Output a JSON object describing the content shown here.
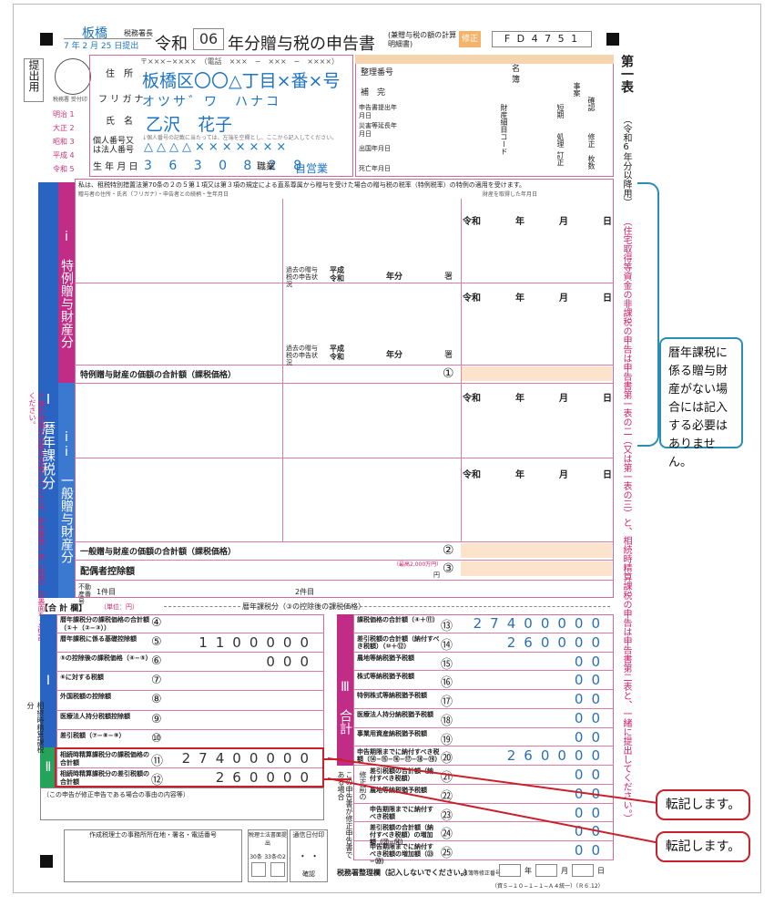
{
  "header": {
    "office": "板橋",
    "office_suffix": "税務署長",
    "date": "7 年 2 月 25 日提出",
    "title_prefix": "令和",
    "title_year": "06",
    "title_main": "年分贈与税の申告書",
    "title_sub": "(兼贈与税の額の計算明細書)",
    "revision": "修正",
    "form_code": "F D 4 7 5 1"
  },
  "left_side": {
    "submit": "提出用",
    "era": [
      "明治 1",
      "大正 2",
      "昭和 3",
      "平成 4",
      "令和 5"
    ],
    "stamp_label": "税務署 受付印"
  },
  "applicant": {
    "address_label": "住　所",
    "postal": "〒×××−××××　（電話　×××　−　×××　−　××××）",
    "address": "板橋区〇〇△丁目×番×号",
    "kana_label": "フ リ ガ ナ",
    "kana": "オツサ゛ワ　ハナコ",
    "name_label": "氏　名",
    "name": "乙沢　花子",
    "id_label": "個人番号又は法人番号",
    "id_note": "↓個人番号の記載に当たっては、左端を空欄とし、ここから記入してください。",
    "id_value": "△△△△×××××××",
    "birth_label": "生 年 月 日",
    "birth": "3 6 3 0 8 2 8",
    "job_label": "職業",
    "job": "自営業"
  },
  "office_use": {
    "ref_no": "整理番号",
    "ref_name": "名簿",
    "complement": "補　完",
    "declared": "申告書提出年月日",
    "sent": "災害等延長年月日",
    "issued": "出国年月日",
    "death": "死亡年月日",
    "asset_code": "財産細目コード",
    "cols": [
      "短期",
      "処理",
      "確認",
      "修正",
      "訂正",
      "事案",
      "枚数"
    ]
  },
  "right_side": {
    "table_title": "第一表",
    "period": "（令和6年分以降用）",
    "note": "（住宅取得等資金の非課税の申告は申告書第一表の二（又は第一表の三）と、相続時精算課税の申告は申告書第二表と、一緒に提出してください。）",
    "bubble": "暦年課税に係る贈与財産がない場合には記入する必要はありません。"
  },
  "section1": {
    "bar": "Ⅰ　暦年課税分",
    "special": "i 特例贈与財産分",
    "general": "ii 一般贈与財産分",
    "intro": "私は、租税特別措置法第70条の２の５第１項又は第３項の規定による直系尊属から贈与を受けた場合の贈与税の税率（特例税率）の特例の適用を受けます。",
    "col_giver": "贈与者の住所・氏名（フリガナ）・申告者との続柄・生年月日",
    "col_asset": "財産を取得した年月日",
    "era_year_month_day": [
      "令和",
      "年",
      "月",
      "日"
    ],
    "past": "過去の贈与税の申告状況",
    "past_era": "平成 令和",
    "past_year": "年分",
    "past_tax": "署",
    "special_total": "特例贈与財産の価額の合計額（課税価格）",
    "general_total": "一般贈与財産の価額の合計額（課税価格）",
    "spouse": "配偶者控除額",
    "spouse_note": "（最高2,000万円）",
    "spouse_yen": "円",
    "property": "不動産番号",
    "first": "1件目",
    "second": "2件目",
    "nums": [
      "①",
      "②",
      "③"
    ]
  },
  "summary": {
    "header": "【合 計 欄】",
    "unit": "（単位：円）",
    "sub": "暦年課税分（③の控除後の課税価格）",
    "left_bar": "Ⅰ",
    "left_bar2": "Ⅱ",
    "left_label": "相続時精算課税分",
    "left_rows": [
      {
        "label": "暦年課税分の課税価格の合計額（①＋（②−③））",
        "num": "④",
        "value": ""
      },
      {
        "label": "暦年課税に係る基礎控除額",
        "num": "⑤",
        "value": "1100000"
      },
      {
        "label": "⑤の控除後の課税価格（④−⑤）",
        "num": "⑥",
        "value": "000"
      },
      {
        "label": "⑥に対する税額",
        "num": "⑦",
        "value": ""
      },
      {
        "label": "外国税額の控除額",
        "num": "⑧",
        "value": ""
      },
      {
        "label": "医療法人持分税額控除額",
        "num": "⑨",
        "value": ""
      },
      {
        "label": "差引税額（⑦−⑧−⑨）",
        "num": "⑩",
        "value": ""
      },
      {
        "label": "相続時精算課税分の課税価格の合計額",
        "num": "⑪",
        "value": "27400000"
      },
      {
        "label": "相続時精算課税分の差引税額の合計額",
        "num": "⑫",
        "value": "260000"
      }
    ],
    "right_bar": "Ⅲ 合計",
    "right_rows": [
      {
        "label": "課税価格の合計額（④＋⑪）",
        "num": "⑬",
        "value": "27400000"
      },
      {
        "label": "差引税額の合計額（納付すべき税額）（⑩＋⑫）",
        "num": "⑭",
        "value": "260000"
      },
      {
        "label": "農地等納税猶予税額",
        "num": "⑮",
        "value": "00"
      },
      {
        "label": "株式等納税猶予税額",
        "num": "⑯",
        "value": "00"
      },
      {
        "label": "特例株式等納税猶予税額",
        "num": "⑰",
        "value": "00"
      },
      {
        "label": "医療法人持分納税猶予税額",
        "num": "⑱",
        "value": "00"
      },
      {
        "label": "事業用資産納税猶予税額",
        "num": "⑲",
        "value": "00"
      },
      {
        "label": "申告期限までに納付すべき税額（⑭−⑮−⑯−⑰−⑱−⑲）",
        "num": "⑳",
        "value": "260000"
      },
      {
        "label": "差引税額の合計額（納付すべき税額）",
        "num": "㉑",
        "value": "00"
      },
      {
        "label": "農地等納税猶予税額",
        "num": "㉒",
        "value": "00"
      },
      {
        "label": "申告期限までに納付すべき税額",
        "num": "㉓",
        "value": "00"
      },
      {
        "label": "差引税額の合計額（納付すべき税額）の増加額（㉑−⑭）",
        "num": "㉔",
        "value": "00"
      },
      {
        "label": "申告期限までに納付すべき税額の増加額（㉓−⑳）",
        "num": "㉕",
        "value": "00"
      }
    ],
    "amend_label": "この申告書が修正申告書である場合",
    "amend_sub": "修正前の",
    "note_box": "（この申告が修正申告である場合の事由の内容等）",
    "preparer": "作成税理士の事務所所在地・署名・電話番号",
    "tax_law": "税理士法書面提出",
    "c30": "30条",
    "c33": "33条の2",
    "communication": "通信日付印",
    "confirm": "確認",
    "office_no": "税務署整理欄（記入しないでください。）",
    "ref_no": "名簿等修正番号",
    "ymd": [
      "年",
      "月",
      "日"
    ],
    "form_no": "（資５−１０−１−１−Ａ４統一）（Ｒ６.12）"
  },
  "callouts": [
    "転記します。",
    "転記します。"
  ]
}
